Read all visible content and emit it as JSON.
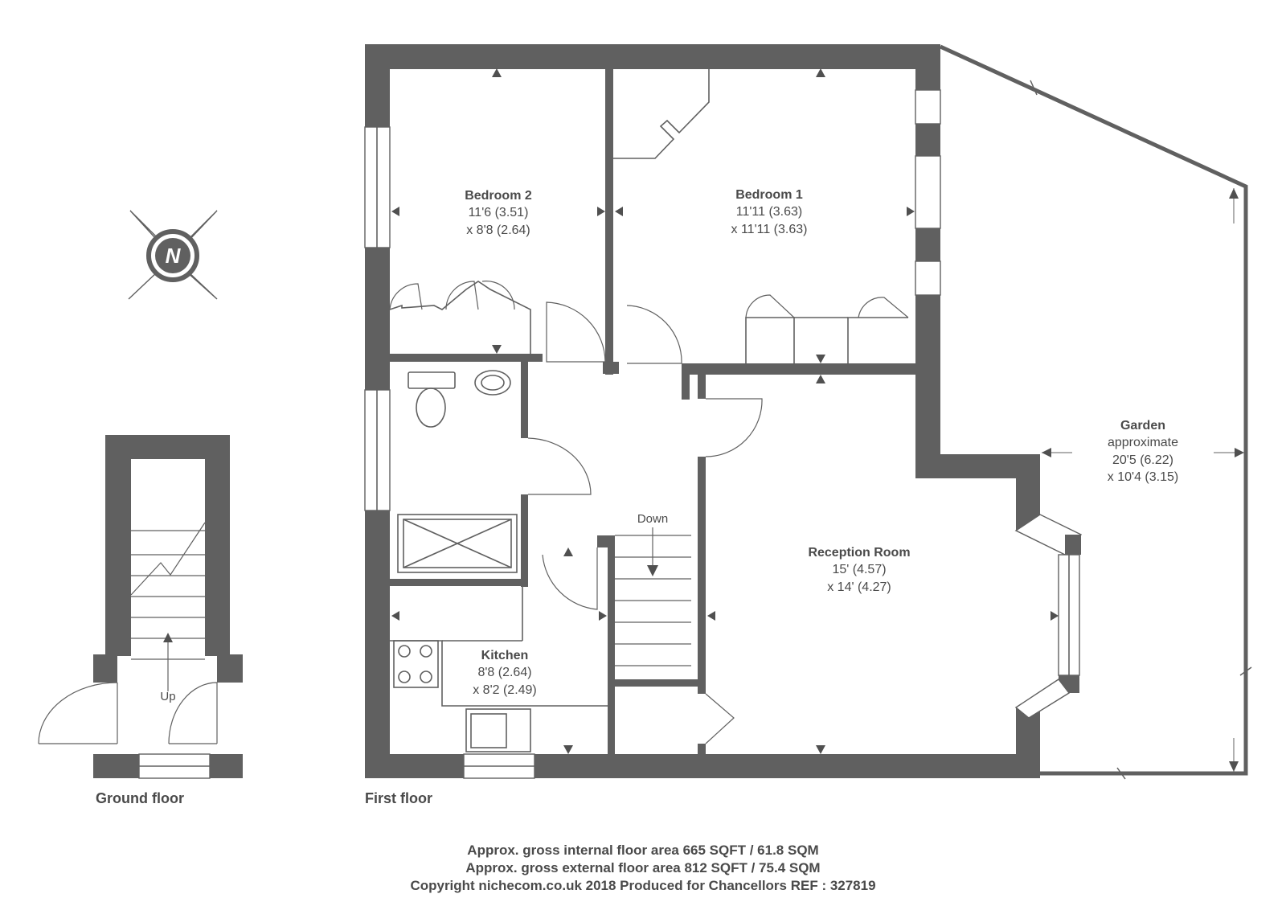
{
  "floors": {
    "ground": "Ground floor",
    "first": "First floor"
  },
  "compass": {
    "letter": "N",
    "icon": "compass-icon"
  },
  "stairs": {
    "up": "Up",
    "down": "Down"
  },
  "rooms": {
    "bedroom2": {
      "name": "Bedroom 2",
      "dim1": "11'6 (3.51)",
      "dim2": "x 8'8 (2.64)"
    },
    "bedroom1": {
      "name": "Bedroom 1",
      "dim1": "11'11 (3.63)",
      "dim2": "x 11'11 (3.63)"
    },
    "garden": {
      "name": "Garden",
      "note": "approximate",
      "dim1": "20'5 (6.22)",
      "dim2": "x 10'4 (3.15)"
    },
    "reception": {
      "name": "Reception Room",
      "dim1": "15' (4.57)",
      "dim2": "x 14' (4.27)"
    },
    "kitchen": {
      "name": "Kitchen",
      "dim1": "8'8 (2.64)",
      "dim2": "x 8'2 (2.49)"
    }
  },
  "footer": {
    "line1": "Approx. gross internal floor area 665 SQFT / 61.8 SQM",
    "line2": "Approx. gross external floor area 812 SQFT / 75.4 SQM",
    "line3": "Copyright nichecom.co.uk 2018 Produced for Chancellors REF : 327819"
  },
  "colors": {
    "wall": "#606060",
    "text": "#4a4a4a",
    "background": "#ffffff"
  }
}
